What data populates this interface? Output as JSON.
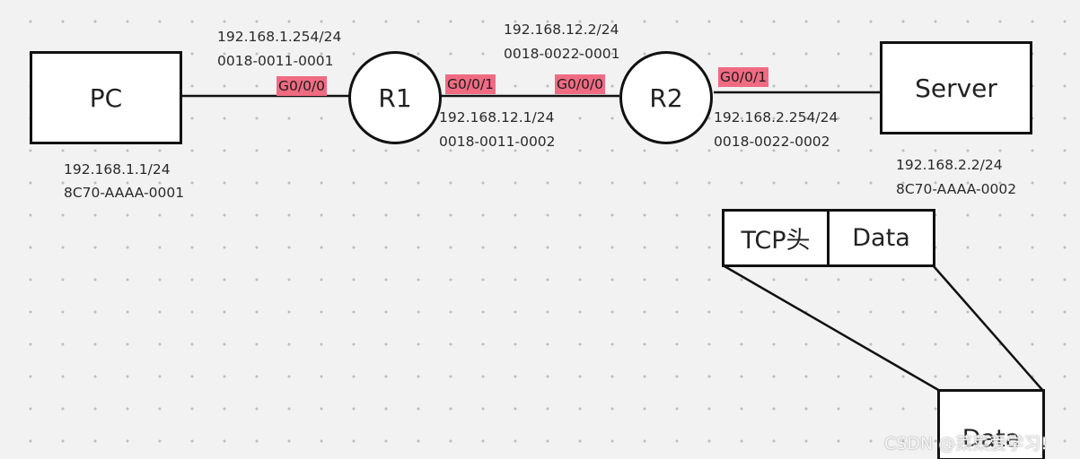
{
  "nodes": {
    "pc": {
      "label": "PC",
      "ip": "192.168.1.1/24",
      "mac": "8C70-AAAA-0001"
    },
    "r1": {
      "label": "R1",
      "g0_port": "G0/0/0",
      "g0_ip": "192.168.1.254/24",
      "g0_mac": "0018-0011-0001",
      "g1_port": "G0/0/1",
      "g1_ip": "192.168.12.1/24",
      "g1_mac": "0018-0011-0002"
    },
    "r2": {
      "label": "R2",
      "g0_port": "G0/0/0",
      "g0_ip": "192.168.12.2/24",
      "g0_mac": "0018-0022-0001",
      "g1_port": "G0/0/1",
      "g1_ip": "192.168.2.254/24",
      "g1_mac": "0018-0022-0002"
    },
    "server": {
      "label": "Server",
      "ip": "192.168.2.2/24",
      "mac": "8C70-AAAA-0002"
    }
  },
  "segment": {
    "header_label": "TCP头",
    "data_label": "Data",
    "inner_data_label": "Data"
  },
  "watermark": "CSDN @菜菜爱学习!",
  "colors": {
    "port_highlight": "#f06b82",
    "stroke": "#111111",
    "background": "#f2f2f3"
  }
}
